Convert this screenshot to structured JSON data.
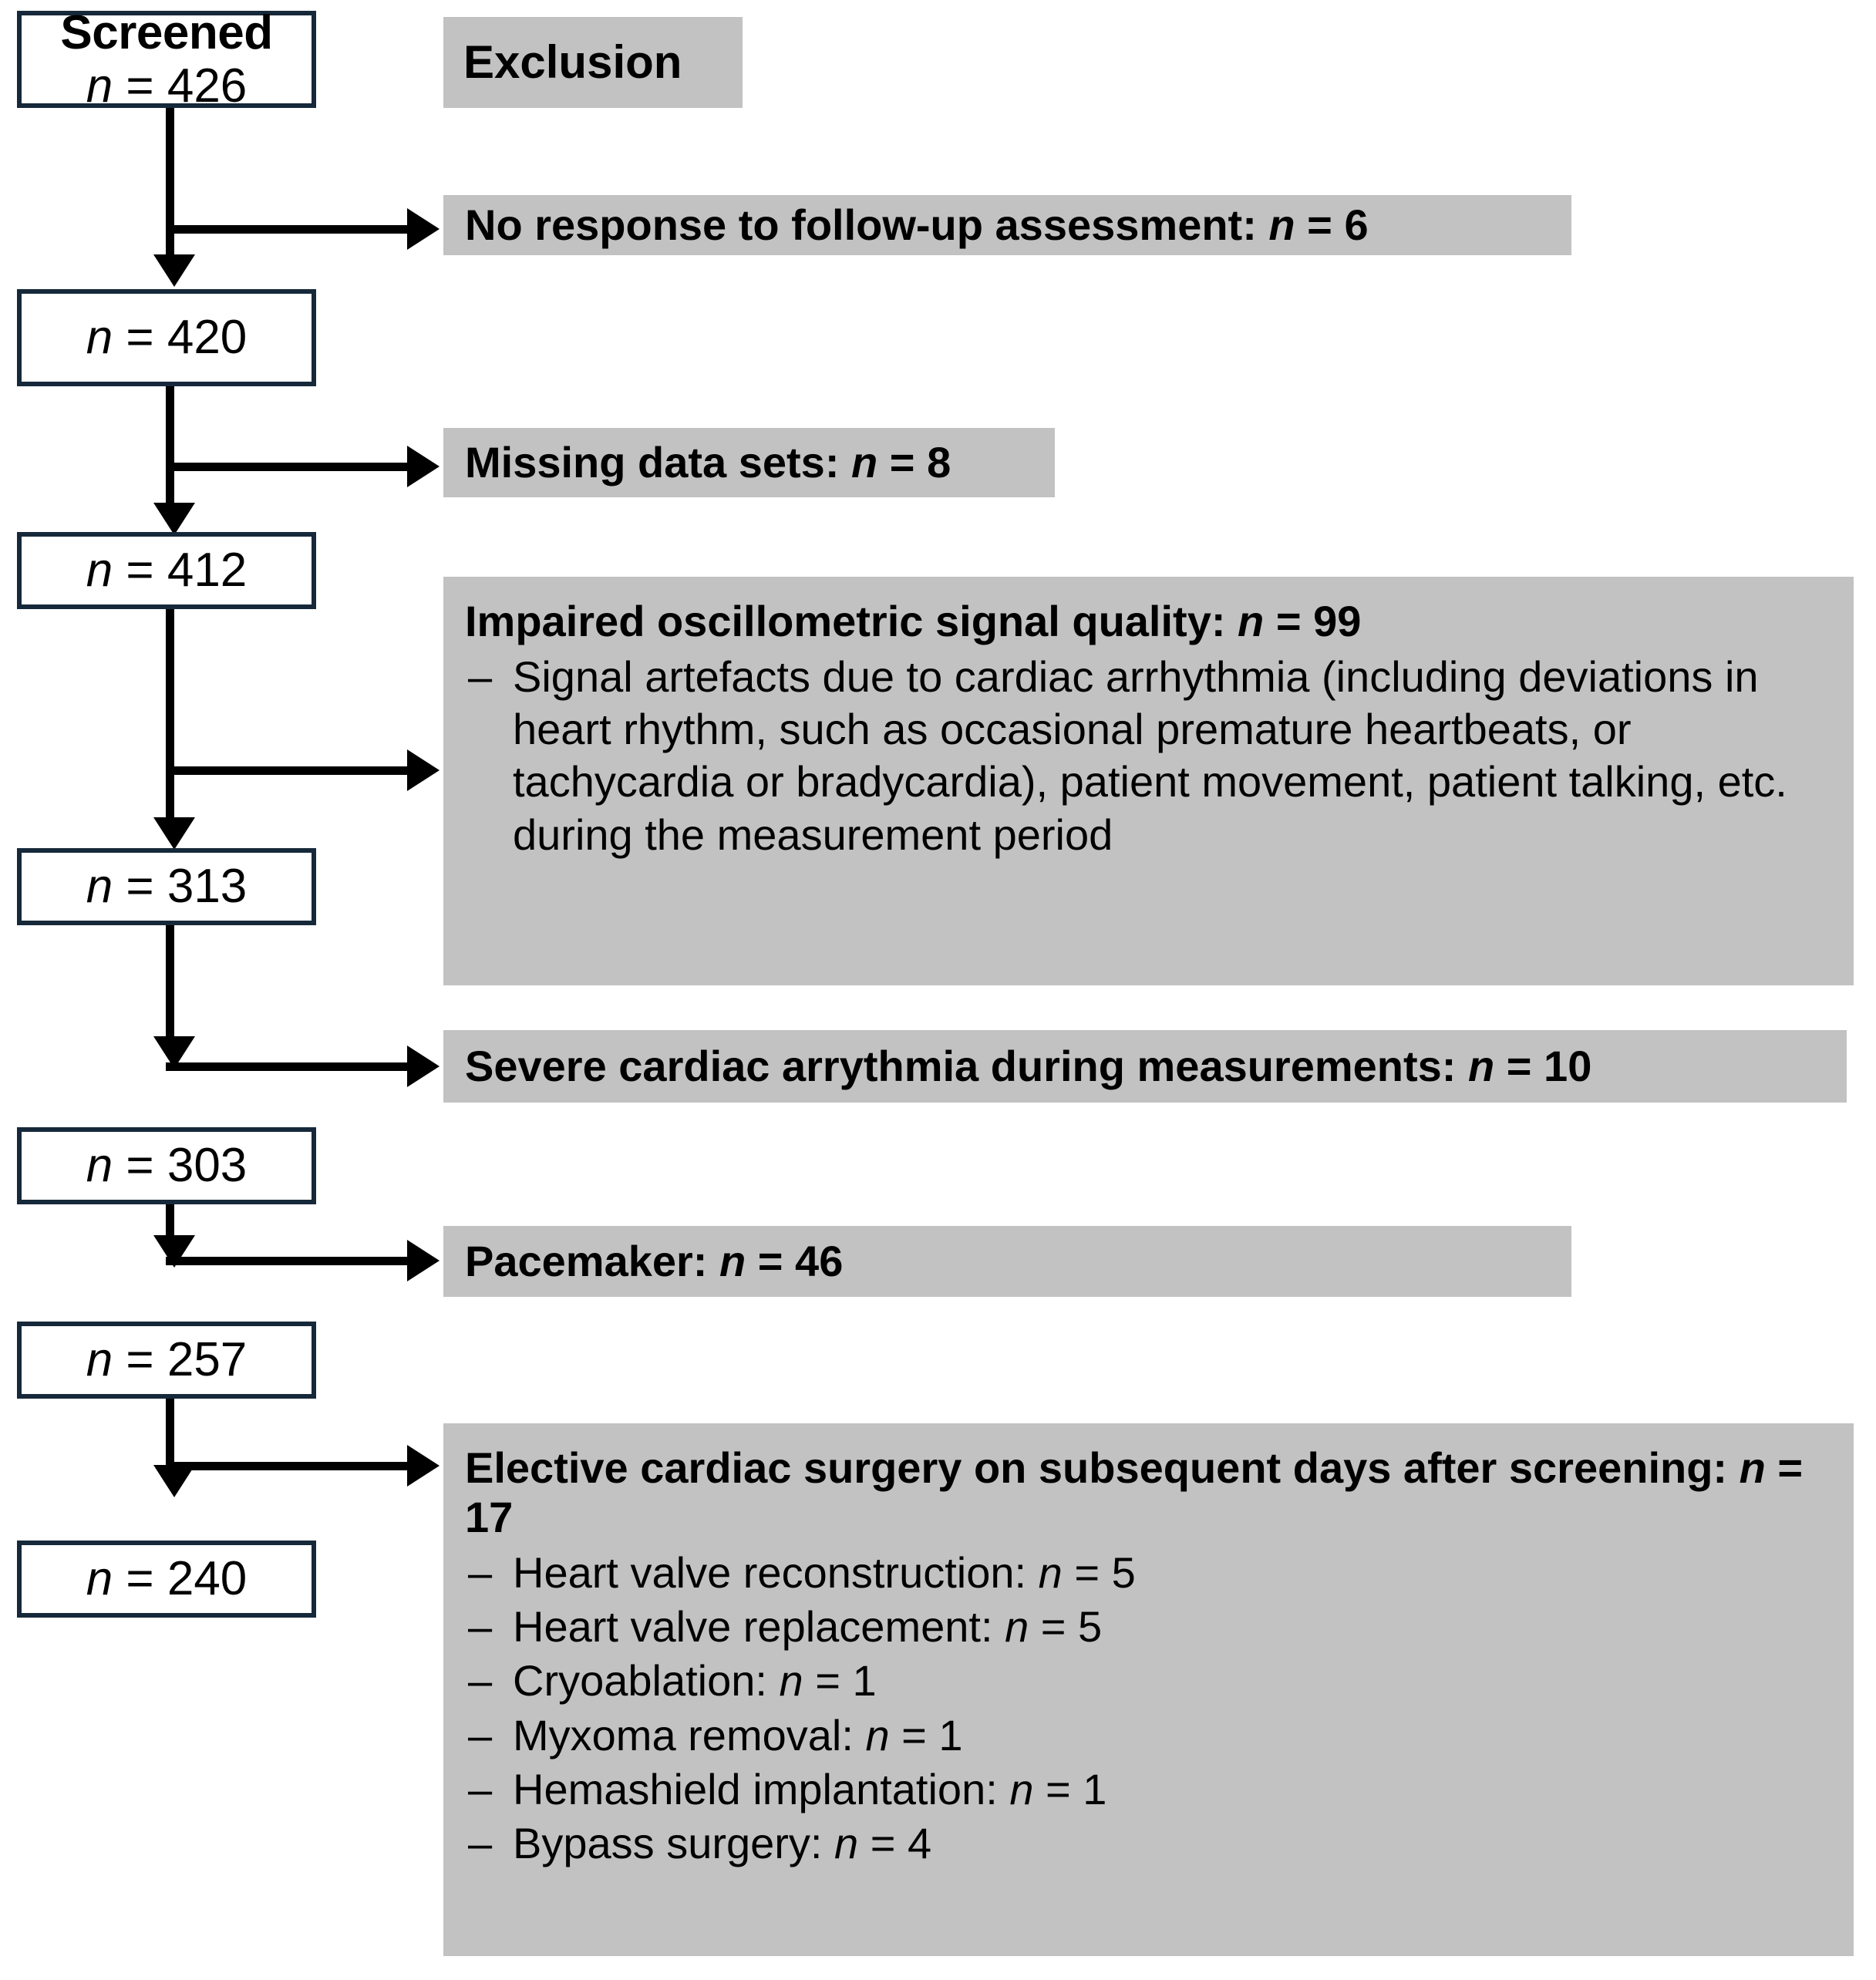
{
  "header": {
    "exclusion_label": "Exclusion"
  },
  "flow_boxes": [
    {
      "title": "Screened",
      "n_label": "n",
      "eq": " = ",
      "value": "426"
    },
    {
      "title": "",
      "n_label": "n",
      "eq": " = ",
      "value": "420"
    },
    {
      "title": "",
      "n_label": "n",
      "eq": " = ",
      "value": "412"
    },
    {
      "title": "",
      "n_label": "n",
      "eq": " = ",
      "value": "313"
    },
    {
      "title": "",
      "n_label": "n",
      "eq": " = ",
      "value": "303"
    },
    {
      "title": "",
      "n_label": "n",
      "eq": " = ",
      "value": "257"
    },
    {
      "title": "",
      "n_label": "n",
      "eq": " = ",
      "value": "240"
    }
  ],
  "exclusions": [
    {
      "id": "no-response",
      "title_prefix": "No response to follow-up assessment: ",
      "title_n": "n",
      "title_value": " = 6",
      "bullets": []
    },
    {
      "id": "missing-data",
      "title_prefix": "Missing data sets: ",
      "title_n": "n",
      "title_value": " = 8",
      "bullets": []
    },
    {
      "id": "impaired-signal",
      "title_prefix": "Impaired oscillometric signal quality: ",
      "title_n": "n",
      "title_value": " = 99",
      "bullets": [
        {
          "text": "Signal artefacts due to cardiac arrhythmia (including deviations in heart rhythm, such as occasional premature heartbeats, or tachycardia or bradycardia), patient movement, patient talking, etc. during the measurement period",
          "n": "",
          "value": ""
        }
      ]
    },
    {
      "id": "severe-arrythmia",
      "title_prefix": "Severe cardiac arrythmia during measurements: ",
      "title_n": "n",
      "title_value": " = 10",
      "bullets": []
    },
    {
      "id": "pacemaker",
      "title_prefix": "Pacemaker: ",
      "title_n": "n",
      "title_value": " = 46",
      "bullets": []
    },
    {
      "id": "elective-surgery",
      "title_prefix": "Elective cardiac surgery on subsequent days after screening: ",
      "title_n": "n",
      "title_value": " = 17",
      "bullets": [
        {
          "text": "Heart valve reconstruction: ",
          "n": "n",
          "value": " = 5"
        },
        {
          "text": "Heart valve replacement: ",
          "n": "n",
          "value": " = 5"
        },
        {
          "text": "Cryoablation: ",
          "n": "n",
          "value": " = 1"
        },
        {
          "text": "Myxoma removal: ",
          "n": "n",
          "value": " = 1"
        },
        {
          "text": "Hemashield implantation: ",
          "n": "n",
          "value": " = 1"
        },
        {
          "text": "Bypass surgery: ",
          "n": "n",
          "value": " = 4"
        }
      ]
    }
  ],
  "colors": {
    "panel_gray": "#c2c2c2",
    "box_border": "#16293a",
    "connector": "#000000",
    "background": "#ffffff"
  }
}
